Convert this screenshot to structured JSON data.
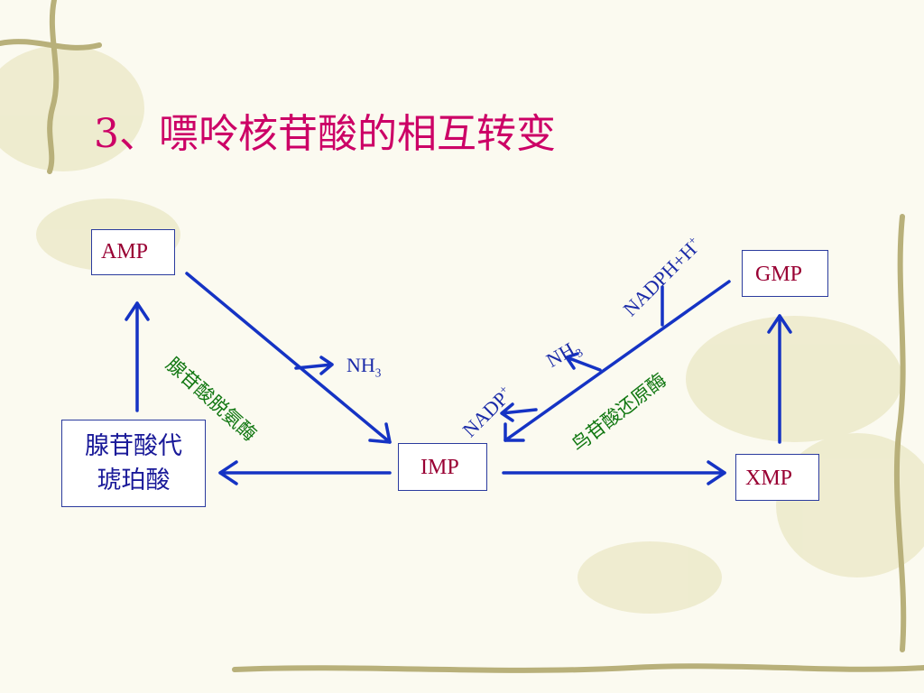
{
  "title": "3、嘌呤核苷酸的相互转变",
  "nodes": {
    "amp": "AMP",
    "gmp": "GMP",
    "imp": "IMP",
    "xmp": "XMP",
    "sa_line1": "腺苷酸代",
    "sa_line2": "琥珀酸"
  },
  "labels": {
    "adenylate_deaminase": "腺苷酸脱氨酶",
    "guanylate_reductase": "鸟苷酸还原酶",
    "nh3_left_base": "NH",
    "nh3_left_sub": "3",
    "nh3_right_base": "NH",
    "nh3_right_sub": "3",
    "nadp_base": "NADP",
    "nadp_sup": "+",
    "nadph_base": "NADPH+H",
    "nadph_sup": "+"
  },
  "colors": {
    "title": "#cc0066",
    "arrow": "#1533c4",
    "node_text": "#990033",
    "enzyme": "#117711"
  }
}
